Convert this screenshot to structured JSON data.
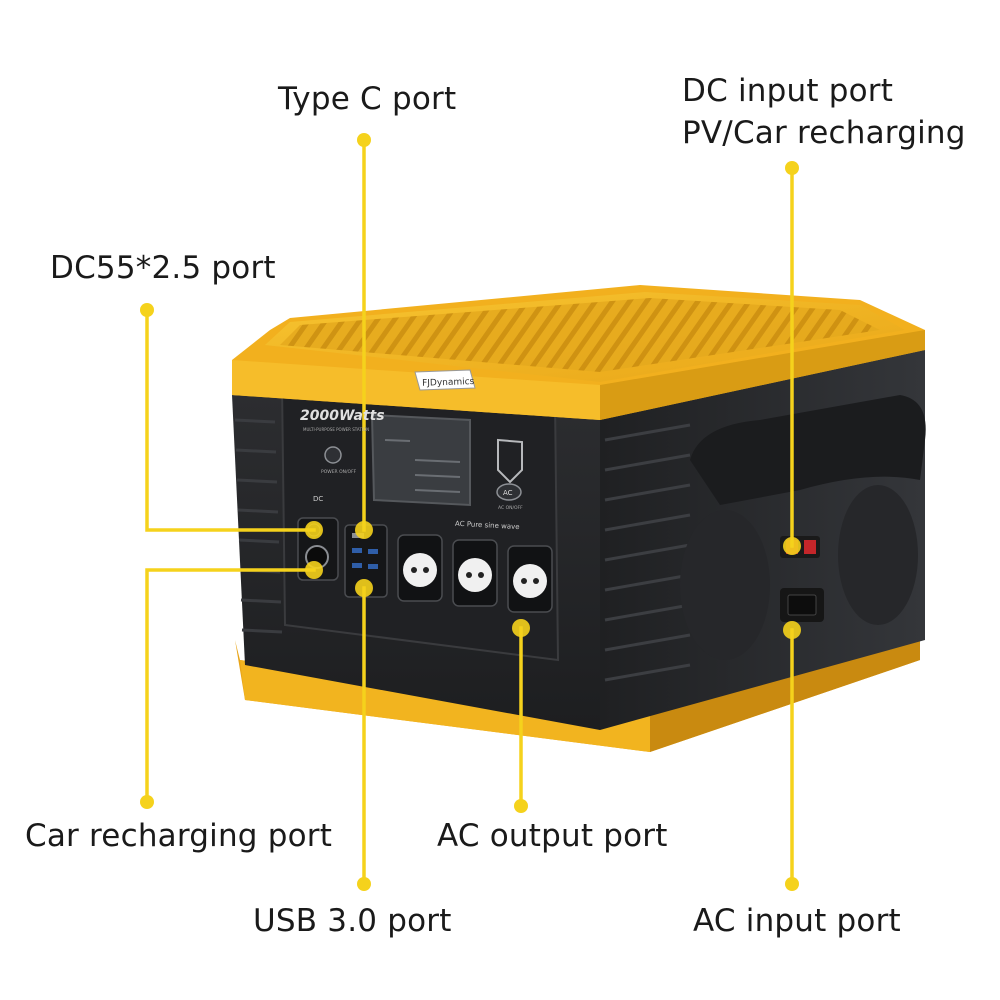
{
  "labels": {
    "type_c": "Type C port",
    "dc_input_line1": "DC input port",
    "dc_input_line2": "PV/Car recharging",
    "dc55": "DC55*2.5 port",
    "car_recharging": "Car recharging port",
    "ac_output": "AC output port",
    "usb3": "USB 3.0 port",
    "ac_input": "AC input port"
  },
  "device": {
    "brand": "FJDynamics",
    "model": "2000Watts",
    "model_sub": "MULTI-PURPOSE POWER STATION",
    "power_button_label": "POWER ON/OFF",
    "ac_button": "AC",
    "ac_button_label": "AC ON/OFF",
    "ac_panel_text": "AC Pure sine wave",
    "dc_tag": "DC"
  },
  "colors": {
    "accent_yellow": "#f5d21c",
    "body_yellow": "#f2b01e",
    "body_dark": "#2a2b2d"
  }
}
